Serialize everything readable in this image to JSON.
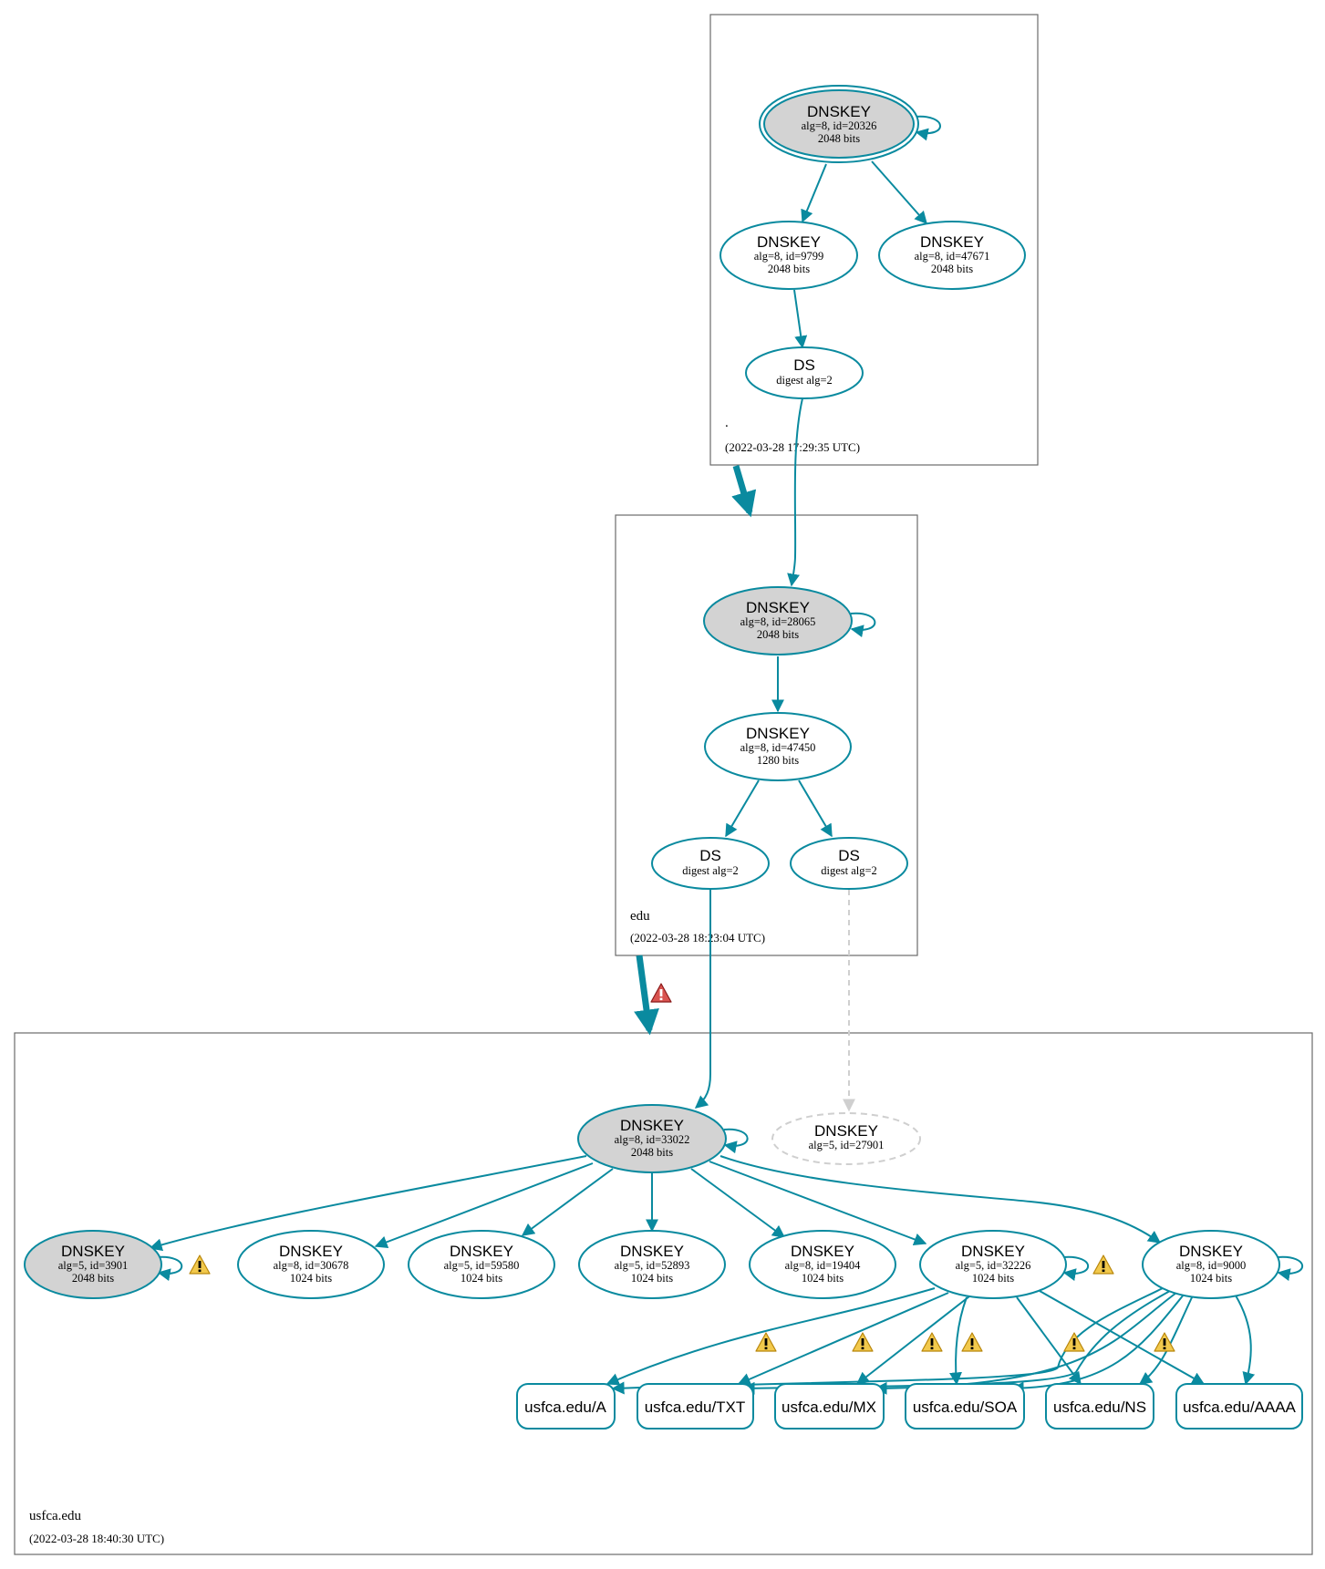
{
  "colors": {
    "edge": "#0a8a9f",
    "ksk_fill": "#d3d3d3",
    "missing_key": "#cfcfcf",
    "warning_yellow": "#f2c94c",
    "error_red": "#c0392b"
  },
  "zones": {
    "root": {
      "name": ".",
      "time": "(2022-03-28 17:29:35 UTC)"
    },
    "edu": {
      "name": "edu",
      "time": "(2022-03-28 18:23:04 UTC)"
    },
    "usfca": {
      "name": "usfca.edu",
      "time": "(2022-03-28 18:40:30 UTC)"
    }
  },
  "nodes": {
    "root_dnskey_20326": {
      "title": "DNSKEY",
      "line1": "alg=8, id=20326",
      "line2": "2048 bits"
    },
    "root_dnskey_9799": {
      "title": "DNSKEY",
      "line1": "alg=8, id=9799",
      "line2": "2048 bits"
    },
    "root_dnskey_47671": {
      "title": "DNSKEY",
      "line1": "alg=8, id=47671",
      "line2": "2048 bits"
    },
    "root_ds": {
      "title": "DS",
      "line1": "digest alg=2"
    },
    "edu_dnskey_28065": {
      "title": "DNSKEY",
      "line1": "alg=8, id=28065",
      "line2": "2048 bits"
    },
    "edu_dnskey_47450": {
      "title": "DNSKEY",
      "line1": "alg=8, id=47450",
      "line2": "1280 bits"
    },
    "edu_ds_a": {
      "title": "DS",
      "line1": "digest alg=2"
    },
    "edu_ds_b": {
      "title": "DS",
      "line1": "digest alg=2"
    },
    "usfca_dnskey_33022": {
      "title": "DNSKEY",
      "line1": "alg=8, id=33022",
      "line2": "2048 bits"
    },
    "usfca_dnskey_27901": {
      "title": "DNSKEY",
      "line1": "alg=5, id=27901"
    },
    "usfca_dnskey_3901": {
      "title": "DNSKEY",
      "line1": "alg=5, id=3901",
      "line2": "2048 bits"
    },
    "usfca_dnskey_30678": {
      "title": "DNSKEY",
      "line1": "alg=8, id=30678",
      "line2": "1024 bits"
    },
    "usfca_dnskey_59580": {
      "title": "DNSKEY",
      "line1": "alg=5, id=59580",
      "line2": "1024 bits"
    },
    "usfca_dnskey_52893": {
      "title": "DNSKEY",
      "line1": "alg=5, id=52893",
      "line2": "1024 bits"
    },
    "usfca_dnskey_19404": {
      "title": "DNSKEY",
      "line1": "alg=8, id=19404",
      "line2": "1024 bits"
    },
    "usfca_dnskey_32226": {
      "title": "DNSKEY",
      "line1": "alg=5, id=32226",
      "line2": "1024 bits"
    },
    "usfca_dnskey_9000": {
      "title": "DNSKEY",
      "line1": "alg=8, id=9000",
      "line2": "1024 bits"
    }
  },
  "rrsets": {
    "a": "usfca.edu/A",
    "txt": "usfca.edu/TXT",
    "mx": "usfca.edu/MX",
    "soa": "usfca.edu/SOA",
    "ns": "usfca.edu/NS",
    "aaaa": "usfca.edu/AAAA"
  }
}
